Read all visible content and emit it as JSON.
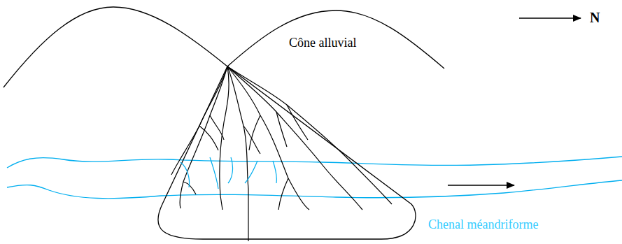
{
  "diagram": {
    "labels": [
      "Cône alluvial",
      "N",
      "Chenal méandriforme"
    ]
  }
}
